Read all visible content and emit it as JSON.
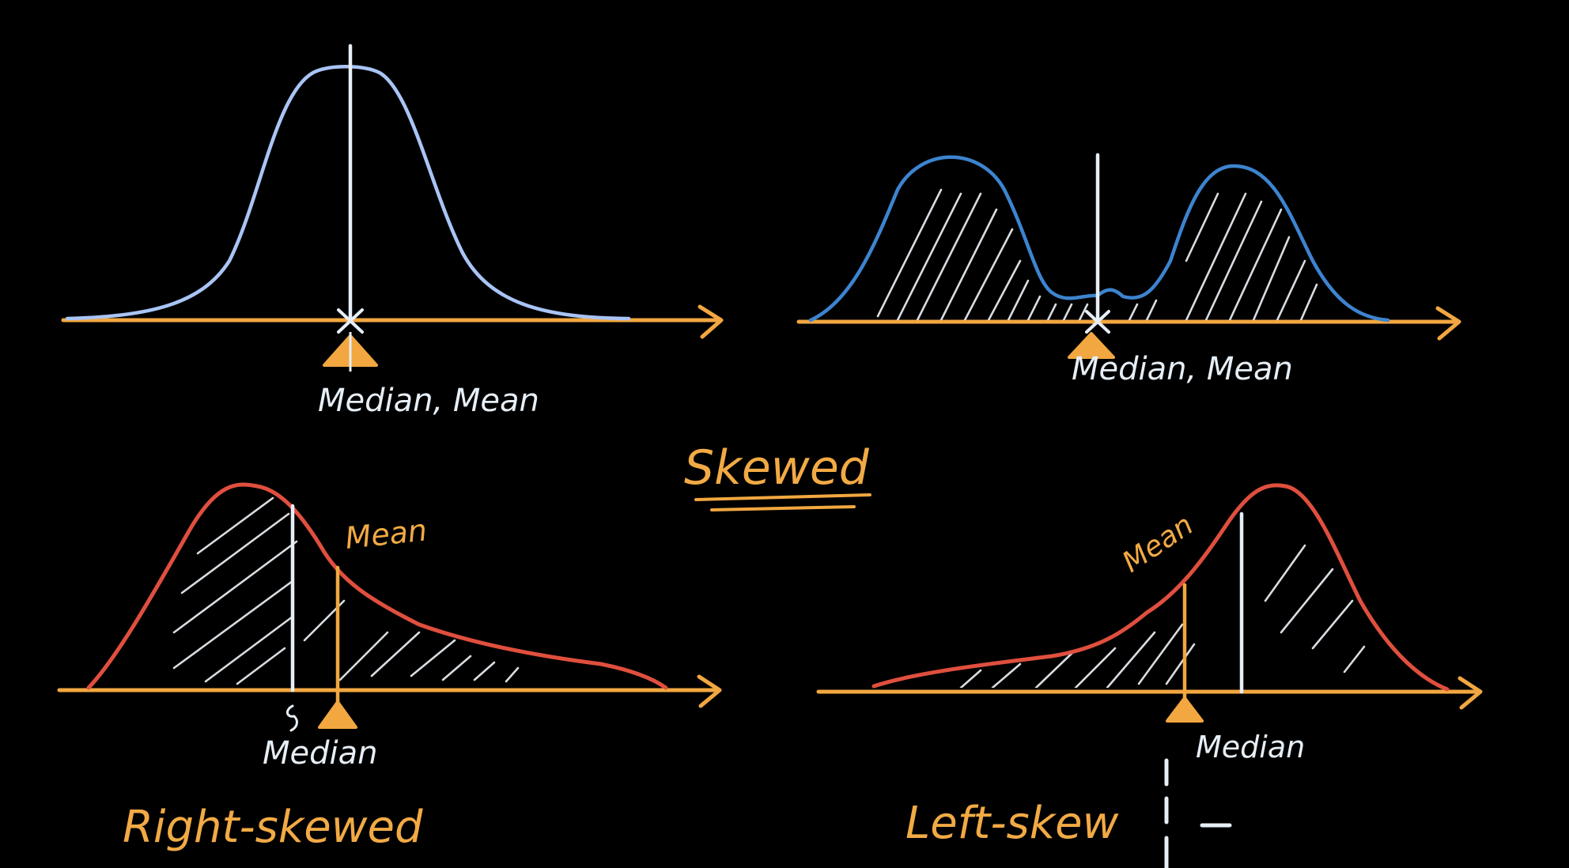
{
  "colors": {
    "background": "#000000",
    "axis": "#F2A740",
    "symmetric_curve": "#A9C4F5",
    "bimodal_curve": "#3D84CF",
    "skewed_curve": "#E04F3E",
    "median_line": "#E6EEF6",
    "mean_line": "#F2A740",
    "hatch": "#D8DDE2"
  },
  "heading": {
    "text": "Skewed"
  },
  "panels": [
    {
      "id": "symmetric",
      "shape": "symmetric-unimodal",
      "labels": {
        "median_mean": "Median, Mean"
      }
    },
    {
      "id": "bimodal",
      "shape": "symmetric-bimodal",
      "labels": {
        "median_mean": "Median, Mean"
      }
    },
    {
      "id": "right-skewed",
      "shape": "right-skewed",
      "title": "Right-skewed",
      "labels": {
        "mean": "Mean",
        "median": "Median"
      }
    },
    {
      "id": "left-skewed",
      "shape": "left-skewed",
      "title": "Left-skew",
      "labels": {
        "mean": "Mean",
        "median": "Median"
      }
    }
  ]
}
